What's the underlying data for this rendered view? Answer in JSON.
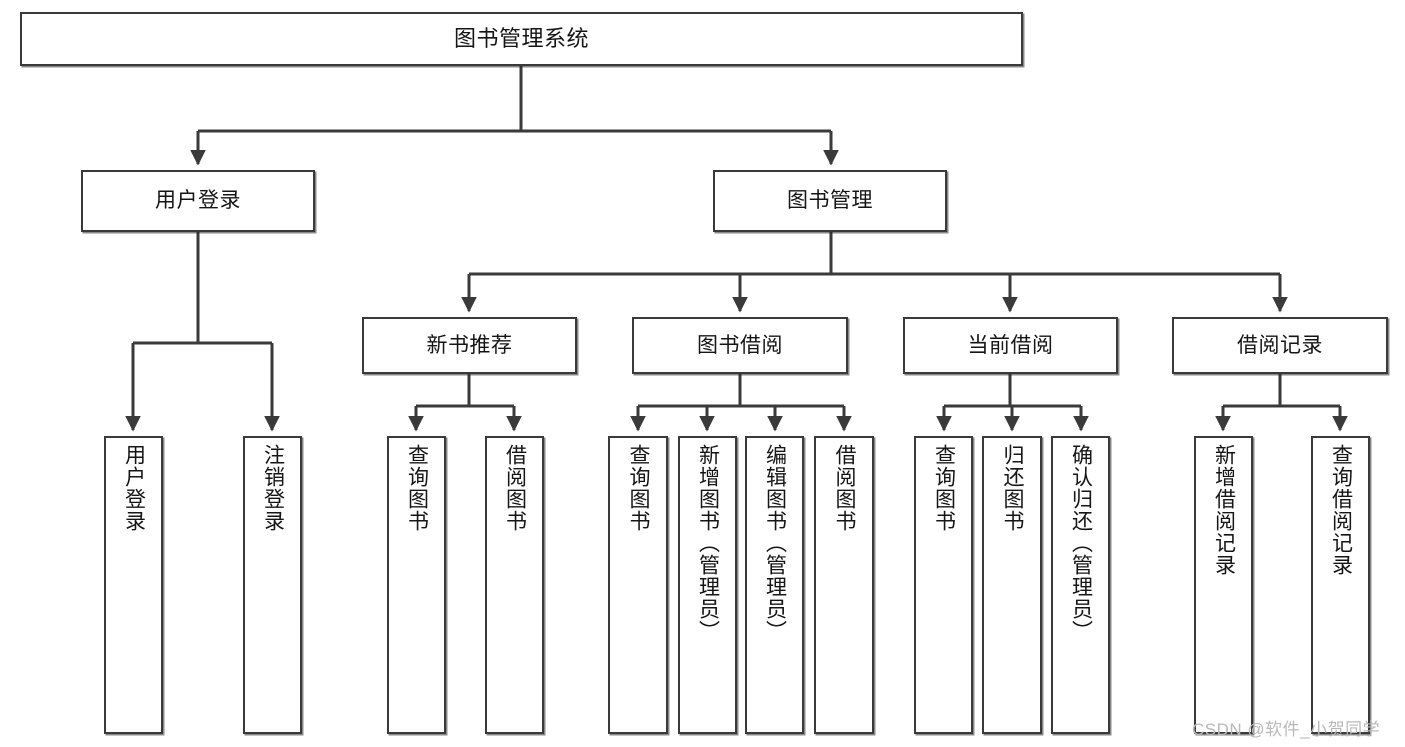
{
  "diagram": {
    "title": "图书管理系统",
    "type": "tree-hierarchy-chart",
    "watermark": "CSDN @软件_小贺同学",
    "colors": {
      "box_border": "#3a3a3a",
      "box_fill": "#ffffff",
      "edge": "#3a3a3a",
      "text": "#151515",
      "watermark": "#b9b9b9"
    },
    "nodes": {
      "root": {
        "label": "图书管理系统"
      },
      "level2": [
        {
          "label": "用户登录"
        },
        {
          "label": "图书管理"
        }
      ],
      "level3": [
        {
          "label": "新书推荐"
        },
        {
          "label": "图书借阅"
        },
        {
          "label": "当前借阅"
        },
        {
          "label": "借阅记录"
        }
      ],
      "leaves": {
        "user_login": [
          {
            "label": "用户登录"
          },
          {
            "label": "注销登录"
          }
        ],
        "new_book_recommend": [
          {
            "label": "查询图书"
          },
          {
            "label": "借阅图书"
          }
        ],
        "book_borrow": [
          {
            "label": "查询图书"
          },
          {
            "label": "新增图书（管理员）"
          },
          {
            "label": "编辑图书（管理员）"
          },
          {
            "label": "借阅图书"
          }
        ],
        "current_borrow": [
          {
            "label": "查询图书"
          },
          {
            "label": "归还图书"
          },
          {
            "label": "确认归还（管理员）"
          }
        ],
        "borrow_record": [
          {
            "label": "新增借阅记录"
          },
          {
            "label": "查询借阅记录"
          }
        ]
      }
    }
  }
}
